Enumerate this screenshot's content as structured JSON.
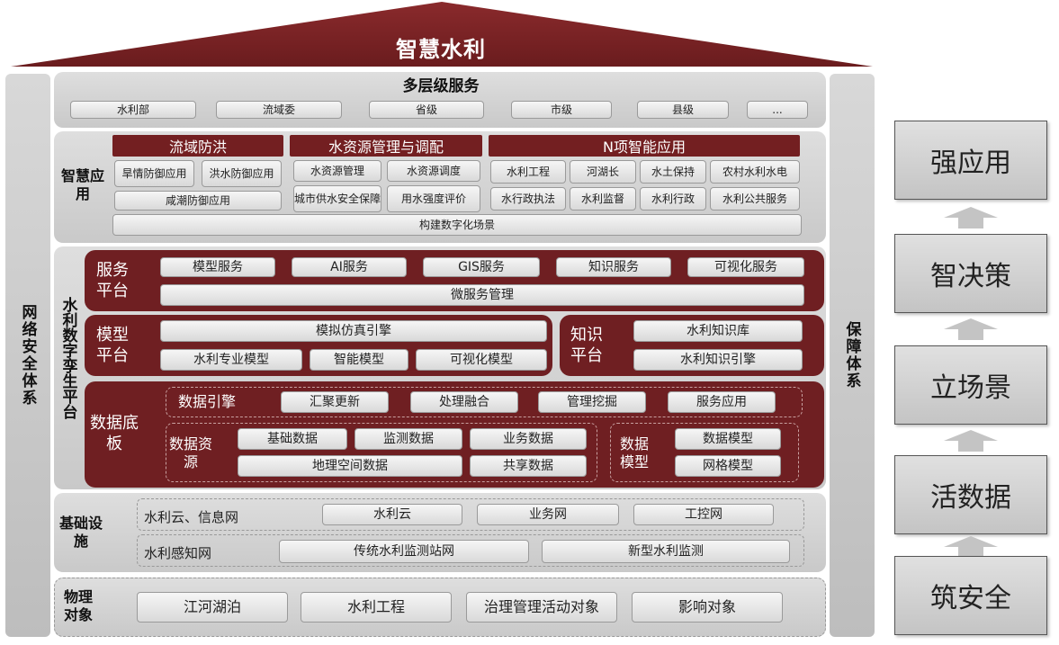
{
  "title": "智慧水利",
  "left_side": "网络安全体系",
  "right_side": "保障体系",
  "services": {
    "title": "多层级服务",
    "items": [
      "水利部",
      "流域委",
      "省级",
      "市级",
      "县级",
      "..."
    ]
  },
  "smart_apps": {
    "label": "智慧应用",
    "flood": {
      "header": "流域防洪",
      "items": [
        "旱情防御应用",
        "洪水防御应用",
        "咸潮防御应用"
      ]
    },
    "water": {
      "header": "水资源管理与调配",
      "items": [
        "水资源管理",
        "水资源调度",
        "城市供水安全保障",
        "用水强度评价"
      ]
    },
    "n_app": {
      "header": "N项智能应用",
      "items": [
        "水利工程",
        "河湖长",
        "水土保持",
        "农村水利水电",
        "水行政执法",
        "水利监督",
        "水利行政",
        "水利公共服务"
      ]
    },
    "scene": "构建数字化场景"
  },
  "twin": {
    "label": "水利数字孪生平台",
    "service_platform": {
      "label": "服务平台",
      "items": [
        "模型服务",
        "AI服务",
        "GIS服务",
        "知识服务",
        "可视化服务"
      ],
      "micro": "微服务管理"
    },
    "model_platform": {
      "label": "模型平台",
      "engine": "模拟仿真引擎",
      "items": [
        "水利专业模型",
        "智能模型",
        "可视化模型"
      ]
    },
    "knowledge_platform": {
      "label": "知识平台",
      "items": [
        "水利知识库",
        "水利知识引擎"
      ]
    },
    "data_base": {
      "label": "数据底板",
      "engine_label": "数据引擎",
      "engine_items": [
        "汇聚更新",
        "处理融合",
        "管理挖掘",
        "服务应用"
      ],
      "resource_label": "数据资源",
      "resource_items": [
        "基础数据",
        "监测数据",
        "业务数据",
        "地理空间数据",
        "共享数据"
      ],
      "model_label": "数据模型",
      "model_items": [
        "数据模型",
        "网格模型"
      ]
    }
  },
  "infra": {
    "label": "基础设施",
    "row1_label": "水利云、信息网",
    "row1_items": [
      "水利云",
      "业务网",
      "工控网"
    ],
    "row2_label": "水利感知网",
    "row2_items": [
      "传统水利监测站网",
      "新型水利监测"
    ]
  },
  "physical": {
    "label": "物理对象",
    "items": [
      "江河湖泊",
      "水利工程",
      "治理管理活动对象",
      "影响对象"
    ]
  },
  "steps": [
    "强应用",
    "智决策",
    "立场景",
    "活数据",
    "筑安全"
  ]
}
